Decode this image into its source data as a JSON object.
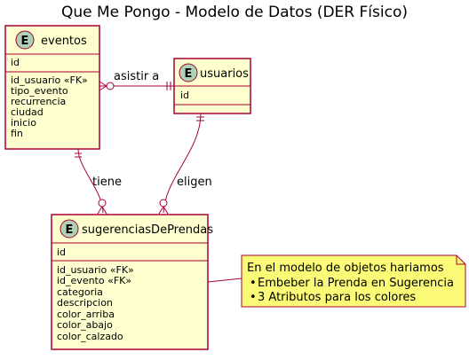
{
  "title": "Que Me Pongo - Modelo de Datos (DER Físico)",
  "colors": {
    "entity_fill": "#FEFECE",
    "border": "#A80036",
    "badge": "#ADD1B2",
    "note_fill": "#FBFB77"
  },
  "entity_badge": "E",
  "entities": {
    "eventos": {
      "name": "eventos",
      "pk": "id",
      "fields": [
        "id_usuario «FK»",
        "tipo_evento",
        "recurrencia",
        "ciudad",
        "inicio",
        "fin"
      ]
    },
    "usuarios": {
      "name": "usuarios",
      "pk": "id",
      "fields": []
    },
    "sugerencias": {
      "name": "sugerenciasDePrendas",
      "pk": "id",
      "fields": [
        "id_usuario «FK»",
        "id_evento «FK»",
        "categoria",
        "descripcion",
        "color_arriba",
        "color_abajo",
        "color_calzado"
      ]
    }
  },
  "relations": {
    "asistir": "asistir a",
    "tiene": "tiene",
    "eligen": "eligen"
  },
  "note": {
    "line1": "En el modelo de objetos hariamos",
    "bullet1": "Embeber la Prenda en Sugerencia",
    "bullet2": "3 Atributos para los colores"
  }
}
